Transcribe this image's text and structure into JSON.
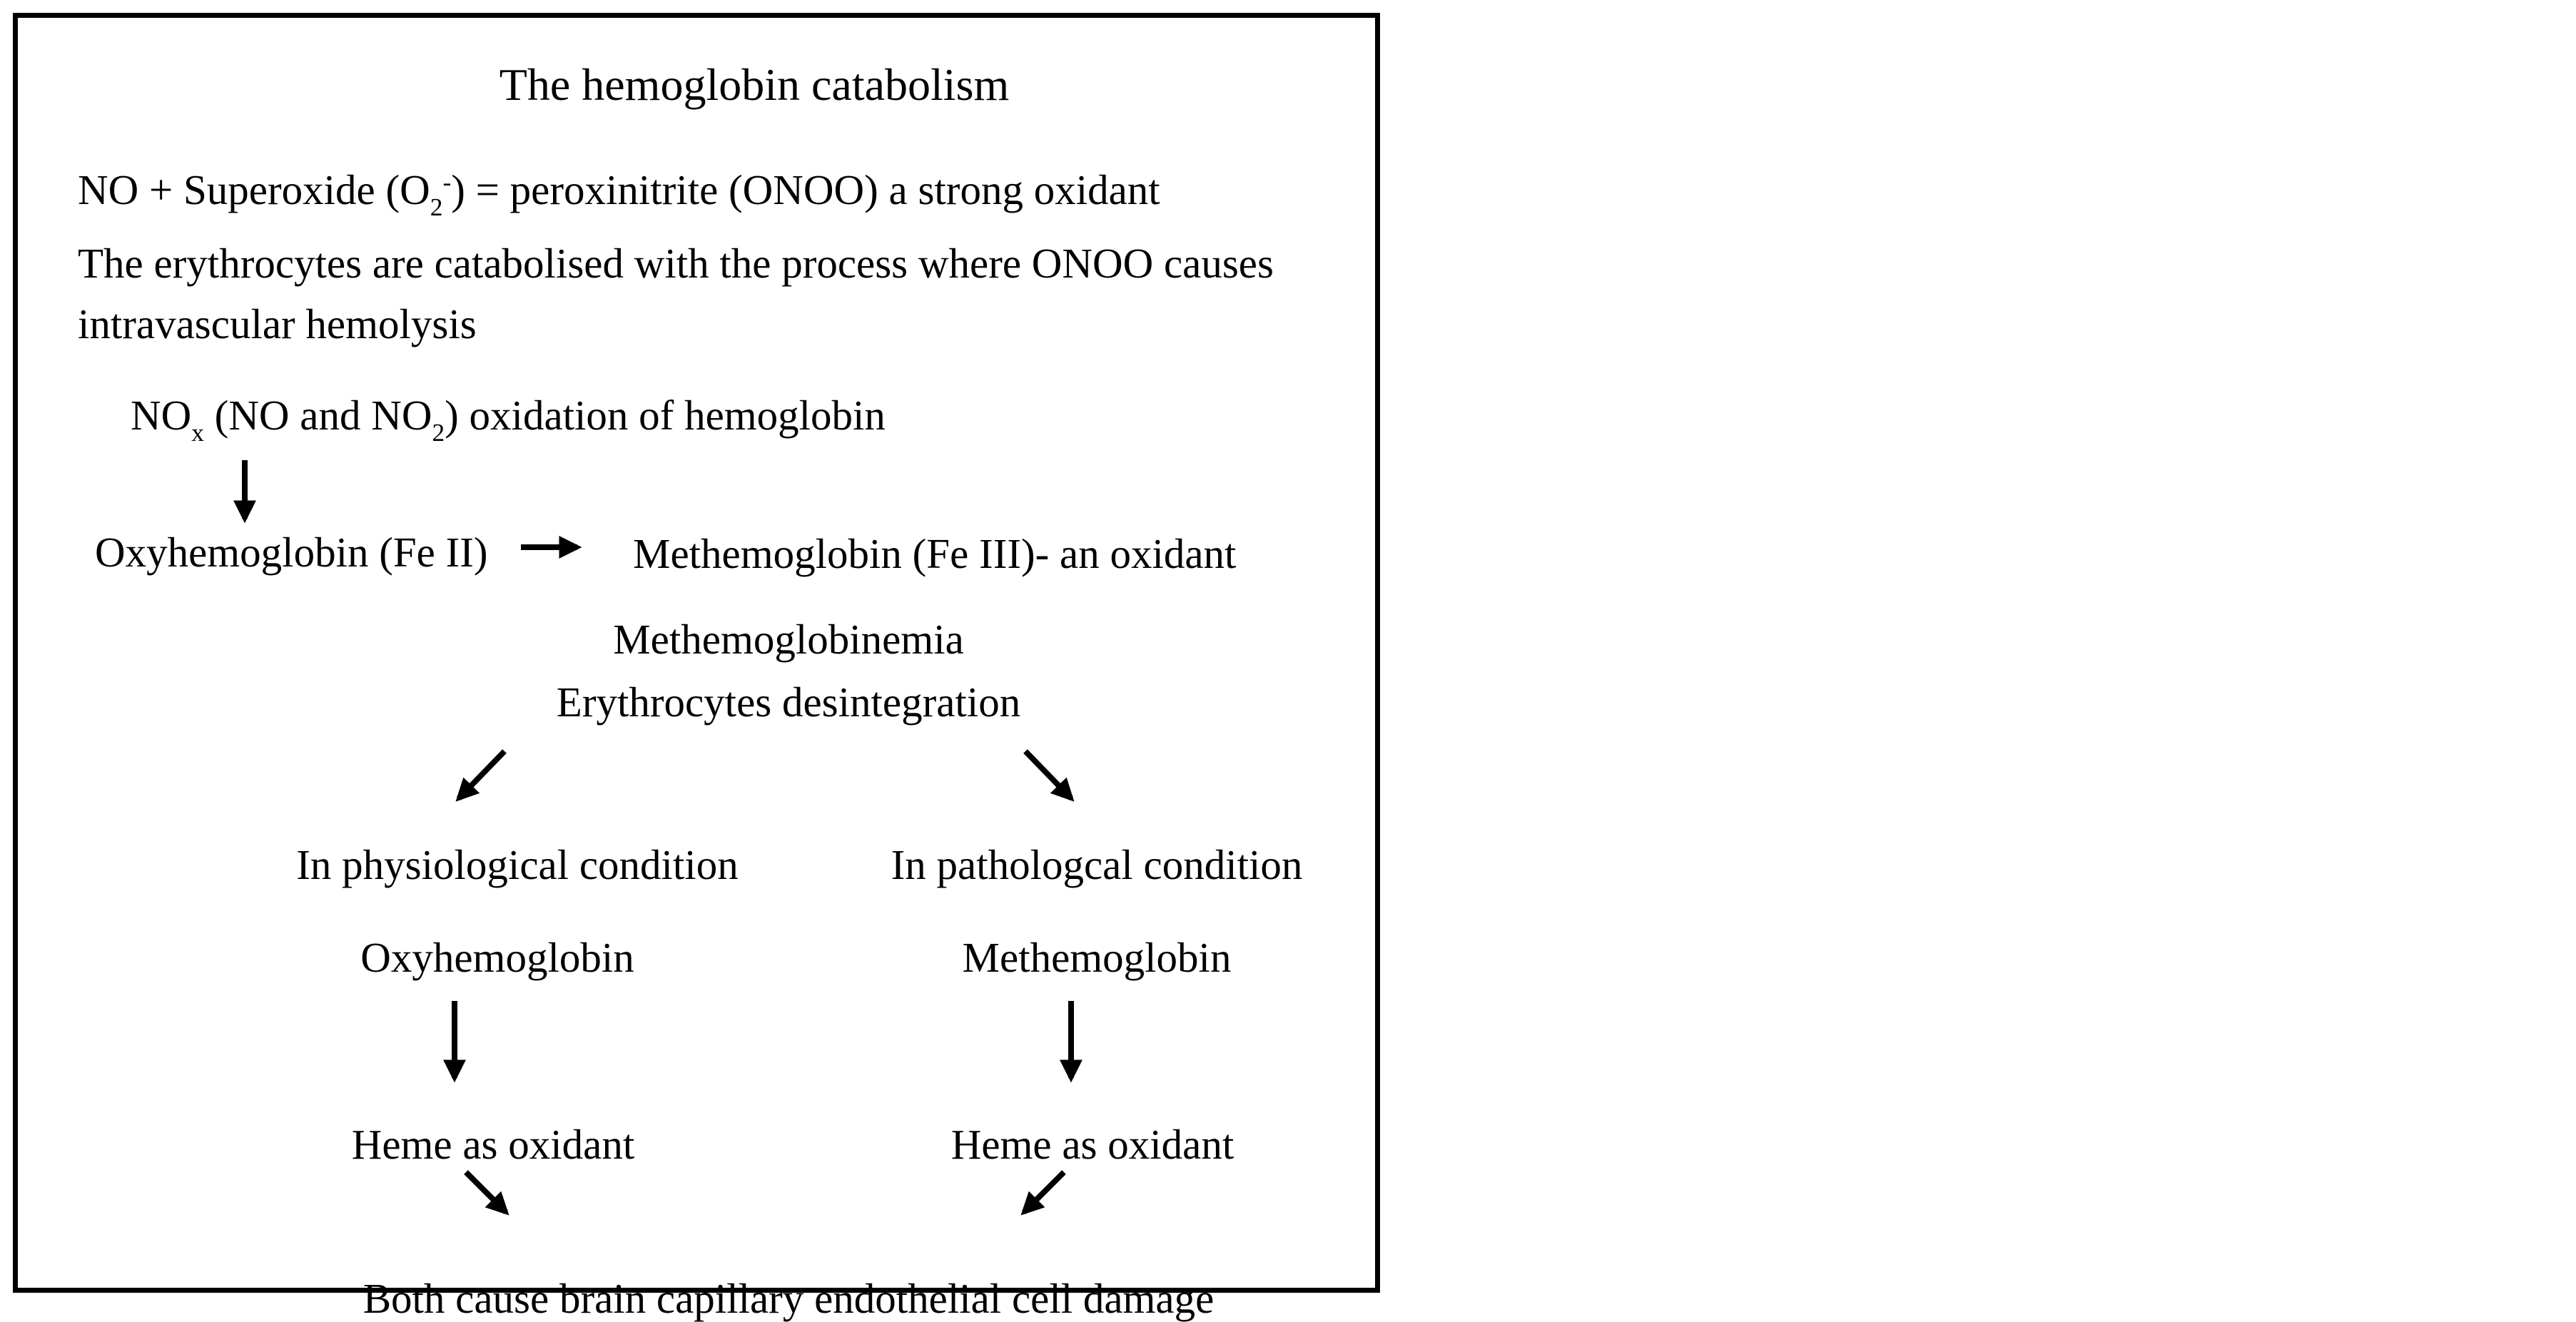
{
  "diagram": {
    "title": "The hemoglobin catabolism",
    "reaction": {
      "part1": "NO + Superoxide (O",
      "sub": "2",
      "sup": "-",
      "part2": ") = peroxinitrite (ONOO) a strong oxidant"
    },
    "intro_line1": "The erythrocytes are catabolised with the process where ONOO causes",
    "intro_line2": "intravascular hemolysis",
    "nox_line": {
      "part1": "NO",
      "sub1": "x",
      "part2": " (NO and NO",
      "sub2": "2",
      "part3": ") oxidation of hemoglobin"
    },
    "oxyhemoglobin_fe": "Oxyhemoglobin (Fe II)",
    "methemoglobin_fe": "Methemoglobin (Fe III)- an oxidant",
    "methemoglobinemia": "Methemoglobinemia",
    "erythrocytes_disintegration": "Erythrocytes desintegration",
    "left_branch": {
      "condition": "In physiological condition",
      "molecule": "Oxyhemoglobin",
      "result": "Heme as oxidant"
    },
    "right_branch": {
      "condition": "In pathologcal condition",
      "molecule": "Methemoglobin",
      "result": "Heme as oxidant"
    },
    "conclusion": "Both cause brain capillary endothelial cell damage"
  }
}
